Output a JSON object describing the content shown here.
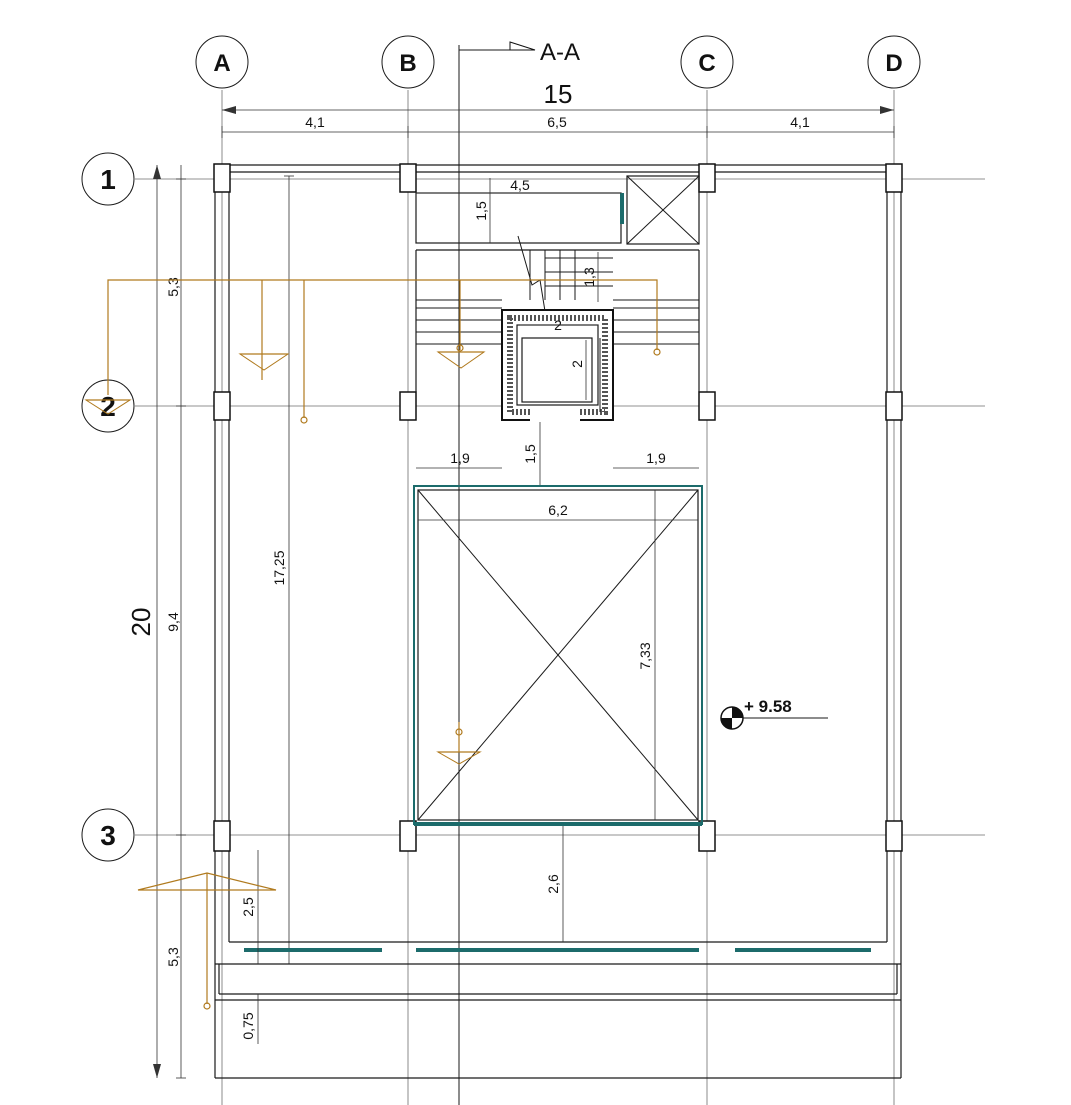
{
  "axes": {
    "columns": [
      "A",
      "B",
      "C",
      "D"
    ],
    "rows": [
      "1",
      "2",
      "3"
    ]
  },
  "section_label": "A-A",
  "dimensions": {
    "overall_width": "15",
    "overall_depth": "20",
    "bay_ab": "4,1",
    "bay_bc": "6,5",
    "bay_cd": "4,1",
    "span_12": "5,3",
    "span_23": "9,4",
    "span_3_end": "5,3",
    "inner_depth": "17,25",
    "strip_width": "4,5",
    "strip_depth": "1,5",
    "stair_rise": "1,3",
    "elevator_width": "2",
    "elevator_depth": "2",
    "gap_left": "1,9",
    "gap_mid": "1,5",
    "gap_right": "1,9",
    "court_width": "6,2",
    "court_depth": "7,33",
    "front_gap": "2,6",
    "balcony_depth": "2,5",
    "edge_offset": "0,75"
  },
  "level_marker": "+ 9.58",
  "colors": {
    "line": "#1a1a1a",
    "glazing": "#1c6b6b",
    "section_marker": "#b07a1e"
  }
}
